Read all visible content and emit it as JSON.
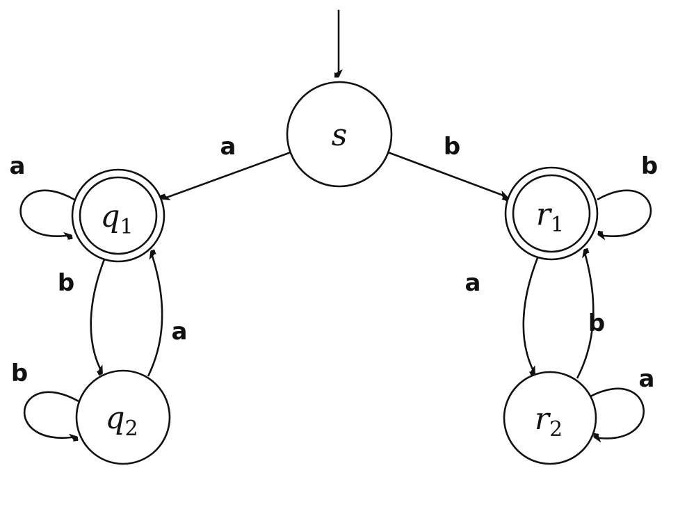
{
  "diagram": {
    "type": "finite-automaton-state-diagram",
    "colors": {
      "stroke": "#111111",
      "background": "#ffffff"
    },
    "states": [
      {
        "id": "s",
        "main": "s",
        "sub": "",
        "start": true,
        "accepting": false
      },
      {
        "id": "q1",
        "main": "q",
        "sub": "1",
        "start": false,
        "accepting": true
      },
      {
        "id": "q2",
        "main": "q",
        "sub": "2",
        "start": false,
        "accepting": false
      },
      {
        "id": "r1",
        "main": "r",
        "sub": "1",
        "start": false,
        "accepting": true
      },
      {
        "id": "r2",
        "main": "r",
        "sub": "2",
        "start": false,
        "accepting": false
      }
    ],
    "transitions": [
      {
        "from": "s",
        "to": "q1",
        "label": "a"
      },
      {
        "from": "s",
        "to": "r1",
        "label": "b"
      },
      {
        "from": "q1",
        "to": "q1",
        "label": "a"
      },
      {
        "from": "q1",
        "to": "q2",
        "label": "b"
      },
      {
        "from": "q2",
        "to": "q1",
        "label": "a"
      },
      {
        "from": "q2",
        "to": "q2",
        "label": "b"
      },
      {
        "from": "r1",
        "to": "r1",
        "label": "b"
      },
      {
        "from": "r1",
        "to": "r2",
        "label": "a"
      },
      {
        "from": "r2",
        "to": "r1",
        "label": "b"
      },
      {
        "from": "r2",
        "to": "r2",
        "label": "a"
      }
    ]
  }
}
